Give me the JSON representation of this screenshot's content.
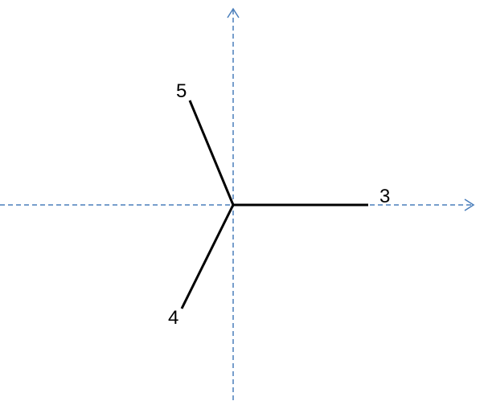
{
  "diagram": {
    "axis_color": "#4a7ebb",
    "line_color": "#000000",
    "vectors": [
      {
        "label": "3"
      },
      {
        "label": "5"
      },
      {
        "label": "4"
      }
    ]
  }
}
